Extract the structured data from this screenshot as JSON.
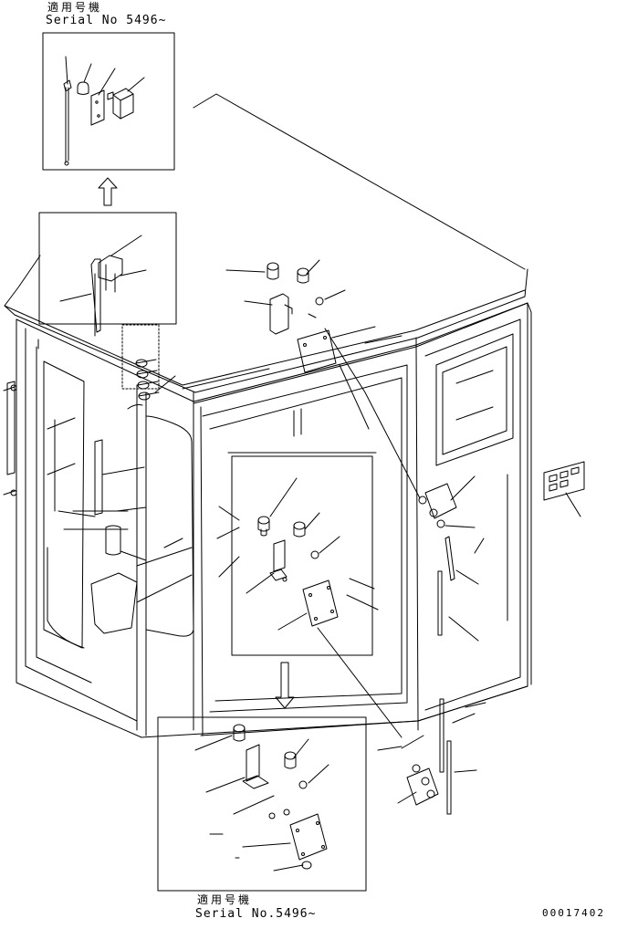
{
  "inset_top": {
    "applies_to": "適用号機",
    "serial": "Serial No 5496~"
  },
  "inset_bottom": {
    "applies_to": "適用号機",
    "serial": "Serial No.5496~"
  },
  "drawing_code": "00017402",
  "colors": {
    "ink": "#000000",
    "paper": "#ffffff"
  }
}
